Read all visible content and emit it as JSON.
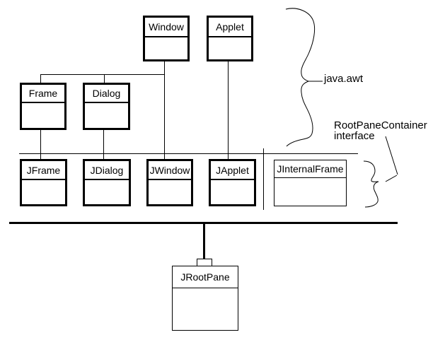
{
  "classes": {
    "window": {
      "label": "Window"
    },
    "applet": {
      "label": "Applet"
    },
    "frame": {
      "label": "Frame"
    },
    "dialog": {
      "label": "Dialog"
    },
    "jframe": {
      "label": "JFrame"
    },
    "jdialog": {
      "label": "JDialog"
    },
    "jwindow": {
      "label": "JWindow"
    },
    "japplet": {
      "label": "JApplet"
    },
    "jinternalframe": {
      "label": "JInternalFrame"
    },
    "jrootpane": {
      "label": "JRootPane"
    }
  },
  "annotations": {
    "package_label": "java.awt",
    "interface_name": "RootPaneContainer",
    "interface_word": "interface"
  },
  "relationships": [
    {
      "from": "Window",
      "to": "Frame"
    },
    {
      "from": "Window",
      "to": "Dialog"
    },
    {
      "from": "Window",
      "to": "JWindow"
    },
    {
      "from": "Applet",
      "to": "JApplet"
    },
    {
      "from": "Frame",
      "to": "JFrame"
    },
    {
      "from": "Dialog",
      "to": "JDialog"
    },
    {
      "from": "bus",
      "to": "JRootPane"
    }
  ],
  "colors": {
    "ink": "#000000",
    "background": "#ffffff"
  }
}
